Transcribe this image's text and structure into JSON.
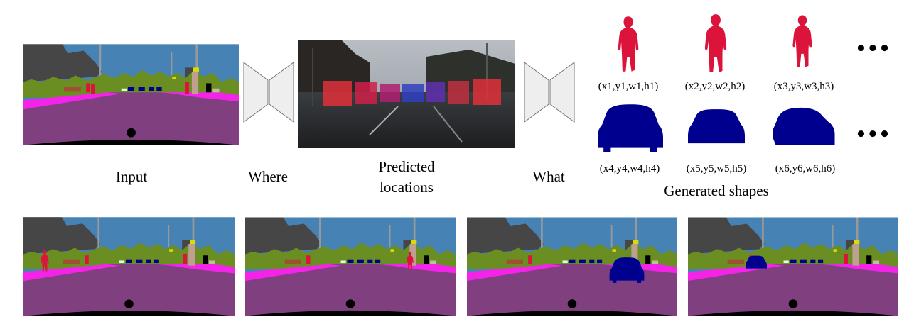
{
  "labels": {
    "input": "Input",
    "where": "Where",
    "predicted_line1": "Predicted",
    "predicted_line2": "locations",
    "what": "What",
    "generated": "Generated shapes"
  },
  "shape_captions": [
    "(x1,y1,w1,h1)",
    "(x2,y2,w2,h2)",
    "(x3,y3,w3,h3)",
    "(x4,y4,w4,h4)",
    "(x5,y5,w5,h5)",
    "(x6,y6,w6,h6)"
  ],
  "ellipsis": "•••",
  "colors": {
    "sky": "#4682b4",
    "building": "#464646",
    "vegetation": "#6b8e23",
    "road": "#804080",
    "sidewalk": "#f423e8",
    "person": "#dc143c",
    "car": "#00008e",
    "ego_vehicle": "#000000",
    "pole": "#999999",
    "traffic_sign": "#dcdc00"
  },
  "scenes": {
    "input": {
      "people": 2,
      "cars": 0
    },
    "out1": {
      "people": 1,
      "cars": 0
    },
    "out2": {
      "people": 1,
      "cars": 0
    },
    "out3": {
      "people": 0,
      "cars": 1
    },
    "out4": {
      "people": 0,
      "cars": 1
    }
  }
}
